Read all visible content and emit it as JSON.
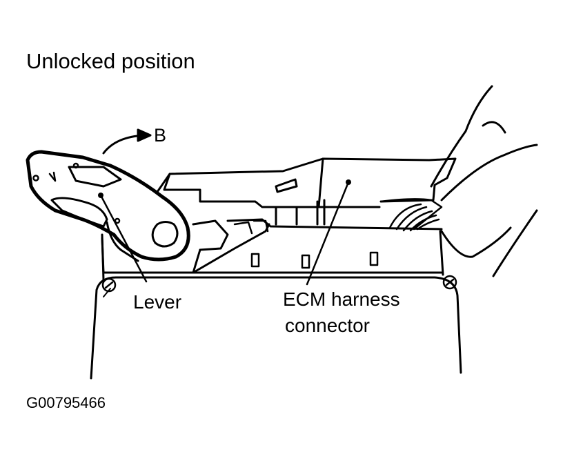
{
  "title": "Unlocked position",
  "direction_label": "B",
  "callouts": {
    "lever": "Lever",
    "ecm_line1": "ECM harness",
    "ecm_line2": "connector"
  },
  "figure_id": "G00795466",
  "colors": {
    "ink": "#000000",
    "paper": "#ffffff"
  }
}
